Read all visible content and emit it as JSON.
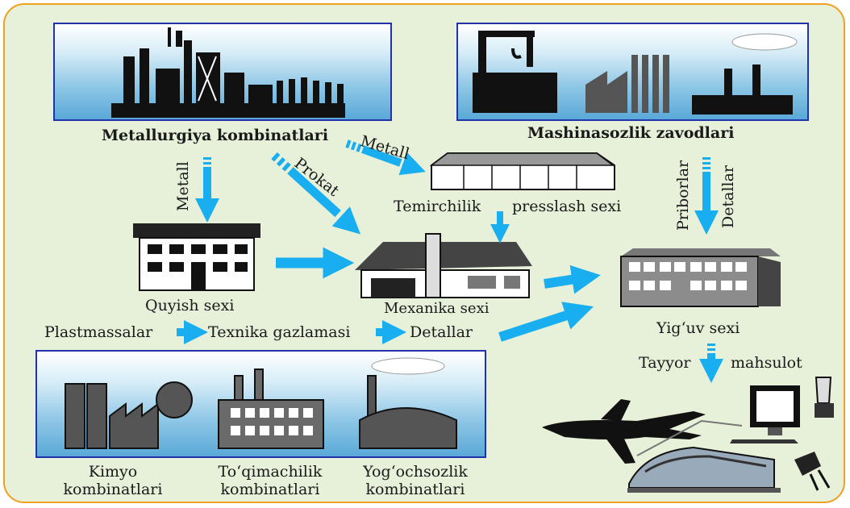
{
  "sources": {
    "metallurgy": "Metallurgiya kombinatlari",
    "machine_building": "Mashinasozlik zavodlari",
    "chemical_line1": "Kimyo",
    "chemical_line2": "kombinatlari",
    "textile_line1": "To‘qimachilik",
    "textile_line2": "kombinatlari",
    "wood_line1": "Yog‘ochsozlik",
    "wood_line2": "kombinatlari"
  },
  "workshops": {
    "foundry": "Quyish sexi",
    "forging_part1": "Temirchilik",
    "forging_part2": "presslash sexi",
    "machining": "Mexanika sexi",
    "assembly": "Yig‘uv sexi"
  },
  "flows": {
    "metal_to_forging": "Metall",
    "metal_to_foundry": "Metall",
    "rolled_to_machining": "Prokat",
    "instruments": "Priborlar",
    "parts_from_machine": "Detallar"
  },
  "materials": {
    "plastics": "Plastmassalar",
    "technical_fabric": "Texnika gazlamasi",
    "parts": "Detallar"
  },
  "output": {
    "finished_part1": "Tayyor",
    "finished_part2": "mahsulot"
  },
  "colors": {
    "arrow": "#19aef0",
    "frame": "#f0a020",
    "background": "#e7f0d9",
    "panel_border": "#2233aa"
  }
}
